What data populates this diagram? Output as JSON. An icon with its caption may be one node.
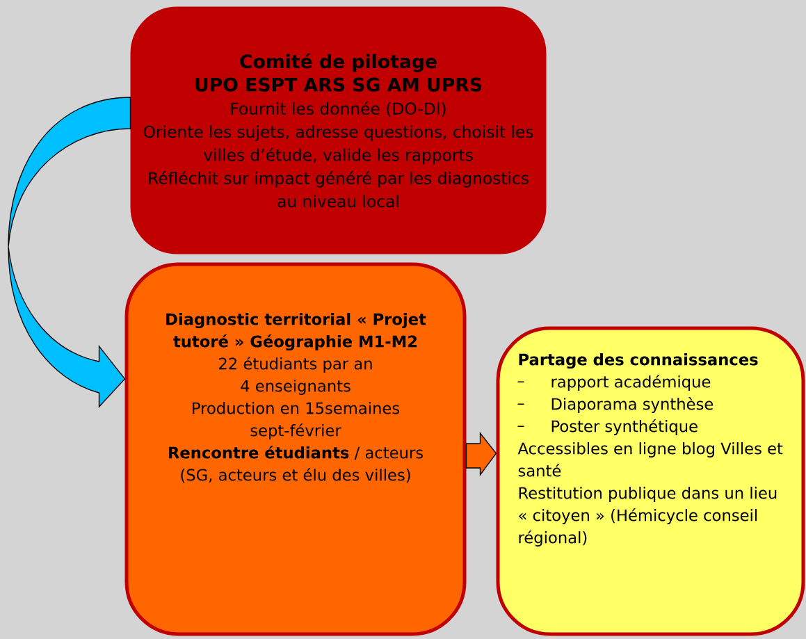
{
  "diagram": {
    "nodes": [
      {
        "text": [
          "Comité de pilotage",
          "UPO ESPT ARS SG AM UPRS",
          "Fournit les donnée (DO-DI)",
          "Oriente les sujets, adresse questions, choisit les villes d’étude, valide les rapports",
          "Réfléchit sur impact généré par les diagnostics au niveau local"
        ]
      },
      {
        "text": [
          "Diagnostic territorial « Projet tutoré » Géographie M1-M2",
          "22 étudiants par an",
          "4 enseignants",
          "Production en 15semaines sept-février",
          "**Rencontre étudiants** / acteurs (SG, acteurs et élu des villes)"
        ]
      },
      {
        "text": [
          "Partage des connaissances",
          "rapport académique",
          "Diaporama synthèse",
          "Poster synthétique",
          "Accessibles en ligne blog Villes et santé",
          "Restitution publique dans un lieu « citoyen » (Hémicycle conseil régional)"
        ]
      }
    ],
    "edges": [
      {
        "from": 0,
        "to": 1,
        "arrow": "to",
        "color": "#00bfff"
      },
      {
        "from": 1,
        "to": 2,
        "arrow": "to",
        "color": "#ff6600"
      }
    ]
  }
}
